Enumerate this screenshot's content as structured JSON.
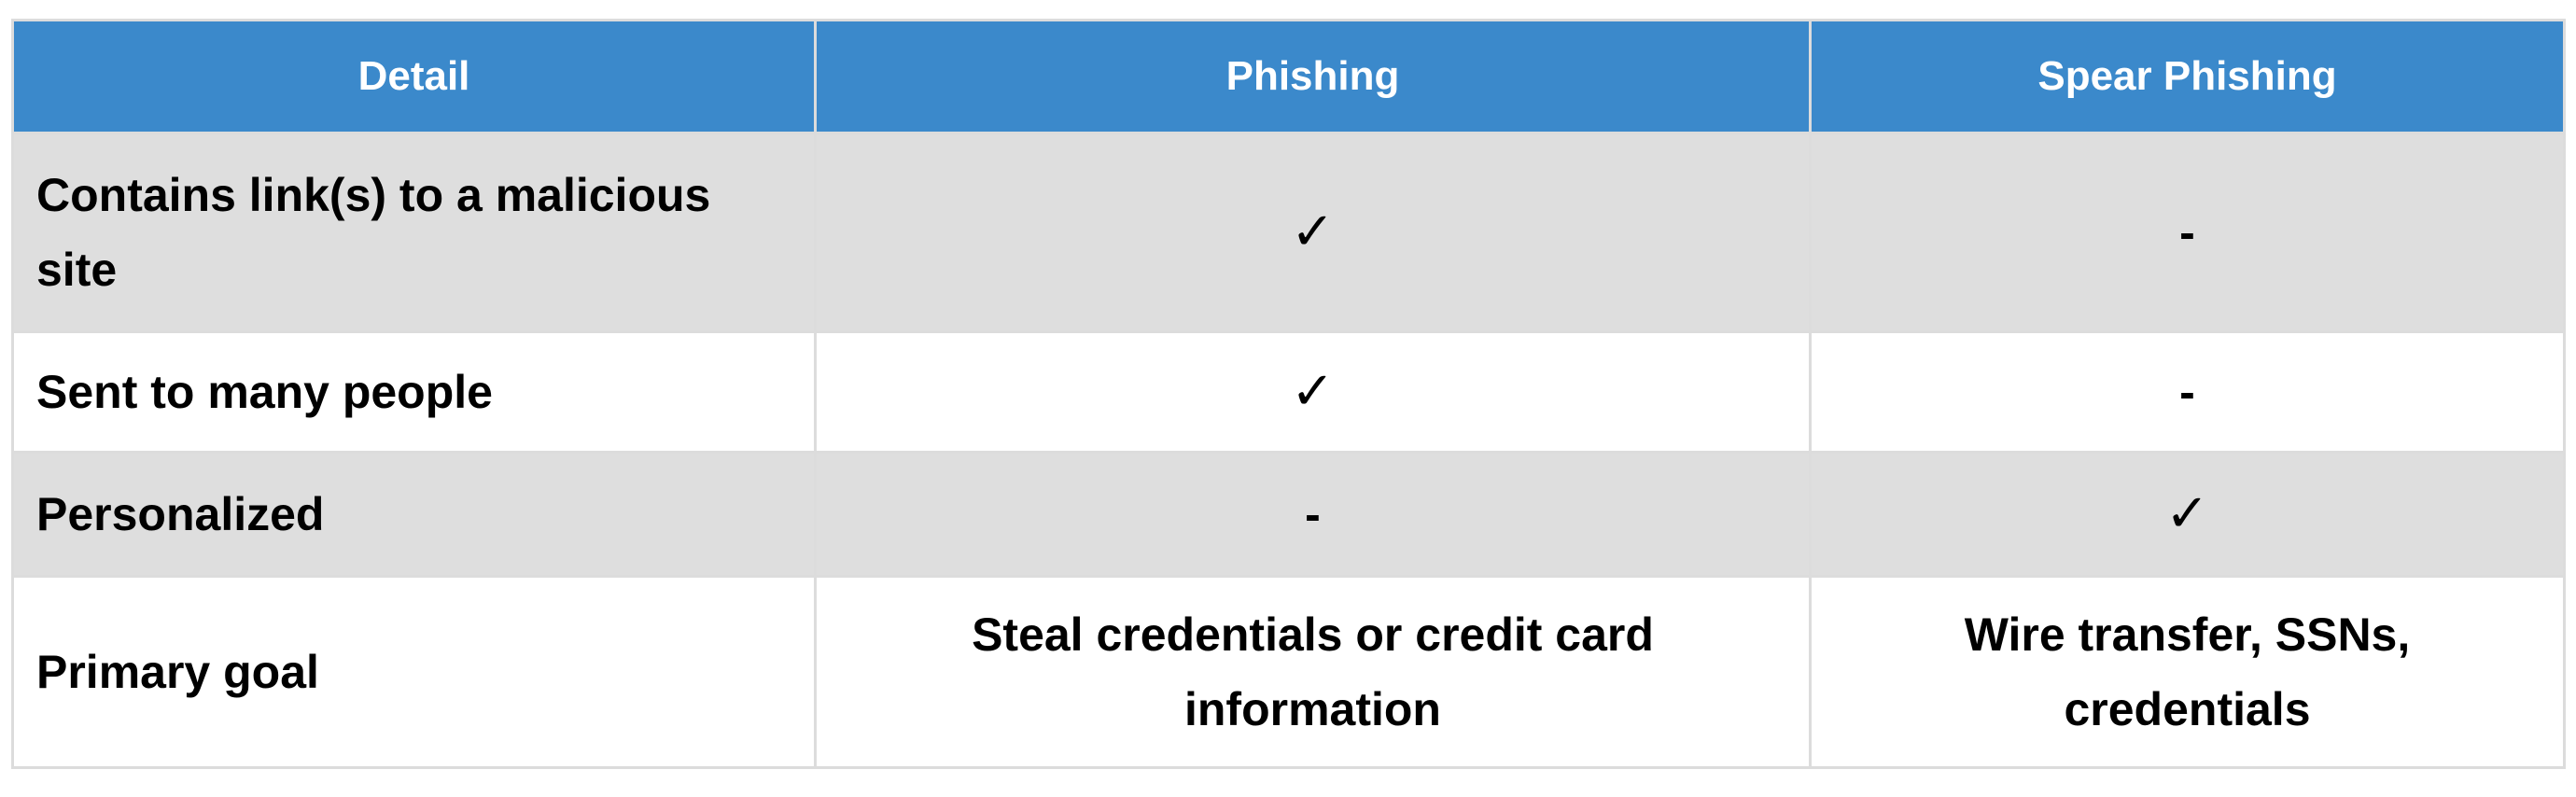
{
  "table": {
    "headers": [
      "Detail",
      "Phishing",
      "Spear Phishing"
    ],
    "rows": [
      {
        "detail": "Contains link(s) to a malicious site",
        "phishing": "✓",
        "spear_phishing": "-"
      },
      {
        "detail": "Sent to many people",
        "phishing": "✓",
        "spear_phishing": "-"
      },
      {
        "detail": "Personalized",
        "phishing": "-",
        "spear_phishing": "✓"
      },
      {
        "detail": "Primary goal",
        "phishing": "Steal credentials or credit card information",
        "spear_phishing": "Wire transfer, SSNs, credentials"
      }
    ]
  },
  "icons": {
    "check": "check-mark-icon",
    "dash": "dash-icon"
  },
  "colors": {
    "header_bg": "#3b89cb",
    "header_text": "#ffffff",
    "shaded_row_bg": "#dedede",
    "border": "#dcdcdc"
  }
}
